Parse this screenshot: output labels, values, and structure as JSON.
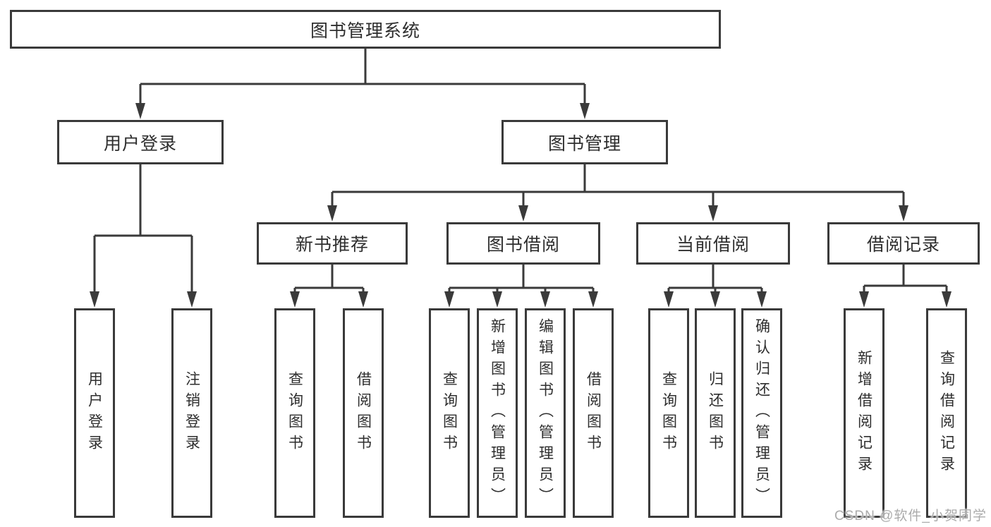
{
  "tree": {
    "root": {
      "label": "图书管理系统"
    },
    "children": [
      {
        "label": "用户登录",
        "children": [
          {
            "label": "用户登录"
          },
          {
            "label": "注销登录"
          }
        ]
      },
      {
        "label": "图书管理",
        "children": [
          {
            "label": "新书推荐",
            "children": [
              {
                "label": "查询图书"
              },
              {
                "label": "借阅图书"
              }
            ]
          },
          {
            "label": "图书借阅",
            "children": [
              {
                "label": "查询图书"
              },
              {
                "label": "新增图书（管理员）"
              },
              {
                "label": "编辑图书（管理员）"
              },
              {
                "label": "借阅图书"
              }
            ]
          },
          {
            "label": "当前借阅",
            "children": [
              {
                "label": "查询图书"
              },
              {
                "label": "归还图书"
              },
              {
                "label": "确认归还（管理员）"
              }
            ]
          },
          {
            "label": "借阅记录",
            "children": [
              {
                "label": "新增借阅记录"
              },
              {
                "label": "查询借阅记录"
              }
            ]
          }
        ]
      }
    ]
  },
  "watermark": {
    "text": "CSDN @软件_小贺同学"
  },
  "colors": {
    "line": "#3a3a3a",
    "text": "#2e2e2e",
    "background": "#ffffff",
    "watermark": "#ababab"
  }
}
